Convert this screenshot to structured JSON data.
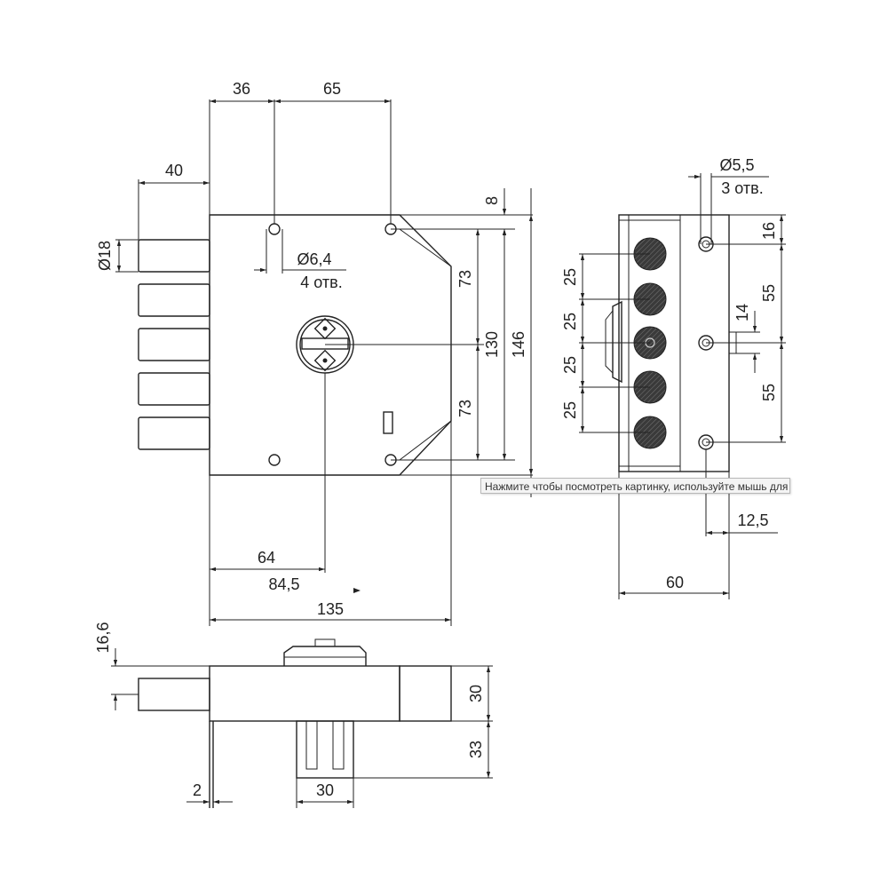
{
  "front_view": {
    "top_dim_36": "36",
    "top_dim_65": "65",
    "dim_40": "40",
    "bolt_diameter": "Ø18",
    "hole_diameter": "Ø6,4",
    "hole_count": "4 отв.",
    "dim_8": "8",
    "dim_73_top": "73",
    "dim_130": "130",
    "dim_146": "146",
    "dim_73_bottom": "73",
    "dim_64": "64",
    "dim_84_5": "84,5",
    "dim_135": "135"
  },
  "side_view": {
    "hole_diameter": "Ø5,5",
    "hole_count": "3 отв.",
    "dim_16": "16",
    "dim_55_top": "55",
    "dim_14": "14",
    "dim_55_bottom": "55",
    "bolt_pitch_1": "25",
    "bolt_pitch_2": "25",
    "bolt_pitch_3": "25",
    "bolt_pitch_4": "25",
    "dim_12_5": "12,5",
    "dim_60": "60"
  },
  "bottom_view": {
    "dim_16_6": "16,6",
    "dim_30_right": "30",
    "dim_33": "33",
    "dim_2": "2",
    "dim_30_bottom": "30"
  },
  "tooltip": {
    "text": "Нажмите чтобы посмотреть картинку, используйте мышь для"
  }
}
